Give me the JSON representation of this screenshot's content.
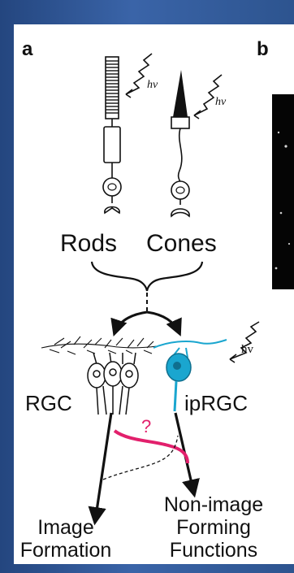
{
  "panels": {
    "a_label": "a",
    "b_label": "b"
  },
  "photoreceptors": {
    "photon_left": "hν",
    "photon_right": "hν",
    "rods_label": "Rods",
    "cones_label": "Cones"
  },
  "retina": {
    "photon_label": "hv",
    "rgc_label": "RGC",
    "iprgc_label": "ipRGC",
    "question_mark": "?"
  },
  "outputs": {
    "image_formation": [
      "Image",
      "Formation"
    ],
    "non_image_forming": [
      "Non-image",
      "Forming",
      "Functions"
    ]
  },
  "colors": {
    "background": "#2b5190",
    "panel": "#ffffff",
    "ink": "#111111",
    "iprgc": "#1aa6cf",
    "crosstalk": "#e2206c",
    "micrograph": "#050505"
  }
}
